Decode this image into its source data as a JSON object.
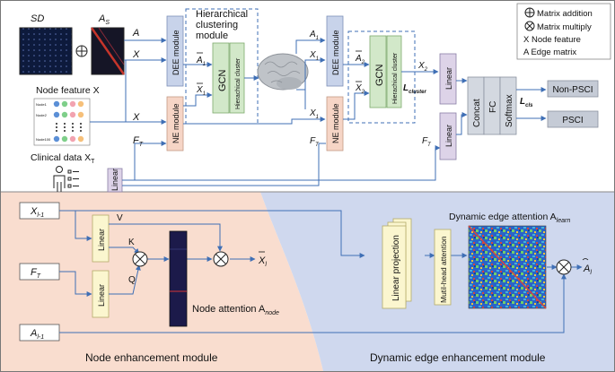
{
  "top": {
    "sd_label": "SD",
    "as_label": "A",
    "as_sub": "S",
    "node_feature_label": "Node feature X",
    "node_rows": [
      "Node1",
      "Node2",
      "Node100"
    ],
    "clinical_label": "Clinical data X",
    "clinical_sub": "T",
    "a_label": "A",
    "x_label": "X",
    "ft_label": "F",
    "ft_sub": "T",
    "dee_module": "DEE module",
    "ne_module": "NE module",
    "linear": "Linear",
    "hier_title": "Hierarchical clustering module",
    "hier_title_line1": "Hierarchical",
    "hier_title_line2": "clustering",
    "hier_title_line3": "module",
    "gcn": "GCN",
    "hier_cluster": "Hierachical cluster",
    "a1": "A",
    "a1_sub": "1",
    "x1": "X",
    "x1_sub": "1",
    "a2": "A",
    "a2_sub": "2",
    "x2": "X",
    "x2_sub": "2",
    "l_cluster": "L",
    "l_cluster_sub": "cluster",
    "concat": "Concat",
    "fc": "FC",
    "softmax": "Softmax",
    "l_cls": "L",
    "l_cls_sub": "cls",
    "non_psci": "Non-PSCI",
    "psci": "PSCI"
  },
  "legend": {
    "matrix_addition": "Matrix addition",
    "matrix_multiply": "Matrix multiply",
    "node_feature": "X Node feature",
    "edge_matrix": "A Edge matrix"
  },
  "bottom": {
    "x_l1": "X",
    "x_l1_sub": "l-1",
    "f_t": "F",
    "f_t_sub": "T",
    "a_l1": "A",
    "a_l1_sub": "l-1",
    "linear": "Linear",
    "v": "V",
    "k": "K",
    "q": "Q",
    "x_l": "X",
    "x_l_sub": "l",
    "node_attention": "Node attention A",
    "node_attention_sub": "node",
    "linear_projection": "Linear projection",
    "mha": "Mutil-head attention",
    "dyn_title": "Dynamic edge attention A",
    "dyn_title_sub": "learn",
    "a_l": "A",
    "a_l_sub": "l",
    "ne_caption": "Node enhancement module",
    "de_caption": "Dynamic edge enhancement module"
  },
  "colors": {
    "dee_fill": "#c8d3ea",
    "ne_fill": "#f6d5c6",
    "linear_fill": "#ddd3e8",
    "gcn_fill": "#d2e8c9",
    "lin_yellow": "#fbf6cf",
    "output_fill": "#c5cbd6",
    "arrow": "#3f6fb5",
    "bottom_left": "#f9ddcf",
    "bottom_right": "#cfd8ee"
  }
}
